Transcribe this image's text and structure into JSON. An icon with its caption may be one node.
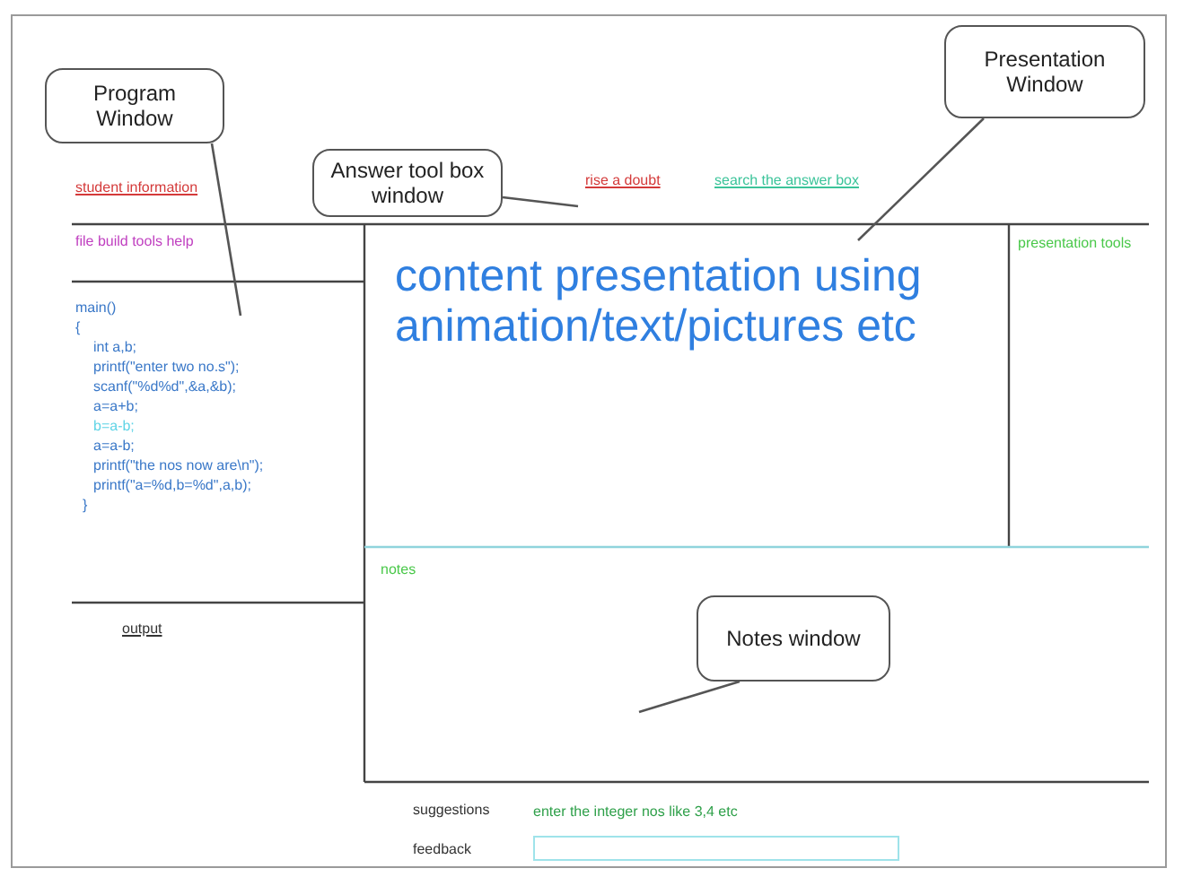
{
  "diagram": {
    "nodes": [
      {
        "text": [
          "Program Window"
        ]
      },
      {
        "text": [
          "Answer tool box window"
        ]
      },
      {
        "text": [
          "Presentation Window"
        ]
      },
      {
        "text": [
          "Notes window"
        ]
      }
    ],
    "edges": [
      {
        "from": 0,
        "to": null,
        "arrow": "none"
      },
      {
        "from": 1,
        "to": null,
        "arrow": "none"
      },
      {
        "from": 2,
        "to": null,
        "arrow": "none"
      },
      {
        "from": 3,
        "to": null,
        "arrow": "none"
      }
    ],
    "labels": [
      "student information",
      "rise a doubt",
      "search the answer box",
      "file build tools help",
      "content presentation using animation/text/pictures etc",
      "presentation tools",
      "main()",
      "{",
      "int a,b;",
      "printf(\"enter two no.s\");",
      "scanf(\"%d%d\",&a,&b);",
      "a=a+b;",
      "b=a-b;",
      "a=a-b;",
      "printf(\"the nos now are\\n\");",
      "printf(\"a=%d,b=%d\",a,b);",
      "}",
      "notes",
      "output",
      "suggestions",
      "enter the integer nos like 3,4 etc",
      "feedback"
    ]
  }
}
